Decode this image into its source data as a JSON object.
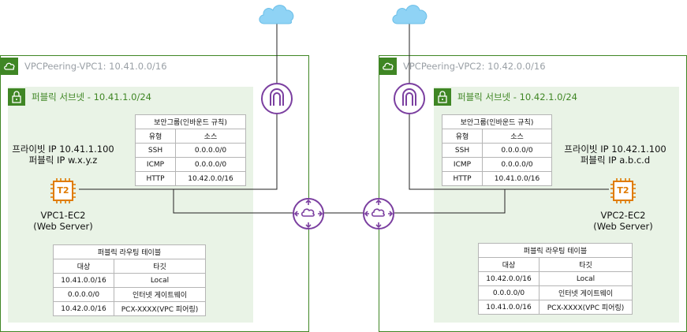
{
  "vpc1": {
    "label": "VPCPeering-VPC1: 10.41.0.0/16",
    "subnet_label": "퍼블릭 서브넷 - 10.41.1.0/24",
    "instance": {
      "private_ip": "프라이빗 IP 10.41.1.100",
      "public_ip": "퍼블릭 IP w.x.y.z",
      "name": "VPC1-EC2",
      "role": "(Web Server)",
      "chip": "T2"
    },
    "security_group": {
      "title": "보안그룹(인바운드 규칙)",
      "headers": [
        "유형",
        "소스"
      ],
      "rows": [
        [
          "SSH",
          "0.0.0.0/0"
        ],
        [
          "ICMP",
          "0.0.0.0/0"
        ],
        [
          "HTTP",
          "10.42.0.0/16"
        ]
      ]
    },
    "route_table": {
      "title": "퍼블릭 라우팅 테이블",
      "headers": [
        "대상",
        "타깃"
      ],
      "rows": [
        [
          "10.41.0.0/16",
          "Local"
        ],
        [
          "0.0.0.0/0",
          "인터넷 게이트웨이"
        ],
        [
          "10.42.0.0/16",
          "PCX-XXXX(VPC 피어링)"
        ]
      ]
    }
  },
  "vpc2": {
    "label": "VPCPeering-VPC2: 10.42.0.0/16",
    "subnet_label": "퍼블릭 서브넷 - 10.42.1.0/24",
    "instance": {
      "private_ip": "프라이빗 IP 10.42.1.100",
      "public_ip": "퍼블릭 IP a.b.c.d",
      "name": "VPC2-EC2",
      "role": "(Web Server)",
      "chip": "T2"
    },
    "security_group": {
      "title": "보안그룹(인바운드 규칙)",
      "headers": [
        "유형",
        "소스"
      ],
      "rows": [
        [
          "SSH",
          "0.0.0.0/0"
        ],
        [
          "ICMP",
          "0.0.0.0/0"
        ],
        [
          "HTTP",
          "10.41.0.0/16"
        ]
      ]
    },
    "route_table": {
      "title": "퍼블릭 라우팅 테이블",
      "headers": [
        "대상",
        "타깃"
      ],
      "rows": [
        [
          "10.42.0.0/16",
          "Local"
        ],
        [
          "0.0.0.0/0",
          "인터넷 게이트웨이"
        ],
        [
          "10.41.0.0/16",
          "PCX-XXXX(VPC 피어링)"
        ]
      ]
    }
  },
  "colors": {
    "vpc_border": "#3f8624",
    "subnet_fill": "#e9f3e6",
    "network_icon": "#7b3fa0",
    "ec2": "#e07b00",
    "cloud": "#8fd3f5"
  },
  "icons": [
    "cloud-icon",
    "internet-gateway-icon",
    "vpc-router-icon",
    "ec2-instance-icon",
    "lock-icon"
  ]
}
